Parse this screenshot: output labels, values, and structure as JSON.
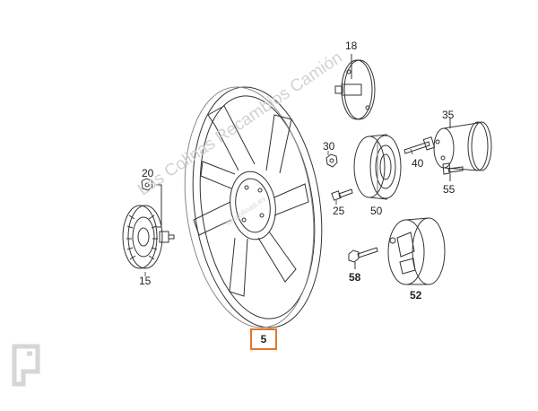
{
  "diagram": {
    "labels": {
      "p18": "18",
      "p35": "35",
      "p30": "30",
      "p40": "40",
      "p55": "55",
      "p20": "20",
      "p25": "25",
      "p50": "50",
      "p58": "58",
      "p15": "15",
      "p52": "52",
      "p5": "5"
    },
    "watermark": "Las Colinas Recambios Camión",
    "watermark_small": "lascolinas.es",
    "highlight_color": "#e8752a"
  }
}
